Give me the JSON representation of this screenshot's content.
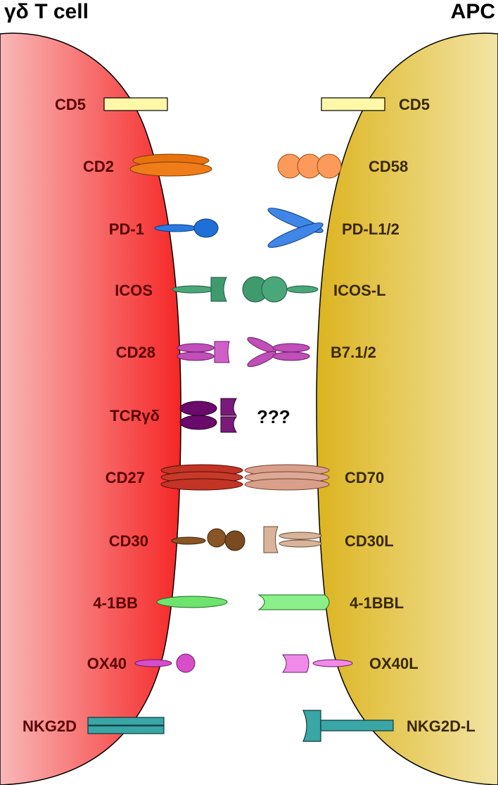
{
  "titles": {
    "left": "γδ T cell",
    "right": "APC"
  },
  "left_labels": [
    "CD5",
    "CD2",
    "PD-1",
    "ICOS",
    "CD28",
    "TCRγδ",
    "CD27",
    "CD30",
    "4-1BB",
    "OX40",
    "NKG2D"
  ],
  "right_labels": [
    "CD5",
    "CD58",
    "PD-L1/2",
    "ICOS-L",
    "B7.1/2",
    "???",
    "CD70",
    "CD30L",
    "4-1BBL",
    "OX40L",
    "NKG2D-L"
  ],
  "colors": {
    "tcell_light": "#f9b8b8",
    "tcell_dark": "#f52a2a",
    "apc_dark": "#dcb41f",
    "apc_light": "#f0de96",
    "cd5": "#fff8a8",
    "cd2": "#e8720e",
    "cd58": "#fb9a5a",
    "pd": "#1f6fd6",
    "icos": "#3f9a6e",
    "cd28": "#c04fb8",
    "tcr": "#6a0a6a",
    "cd27": "#c23424",
    "cd70": "#d8a08a",
    "cd30": "#8a5526",
    "cd30l": "#d8b49a",
    "bb": "#6ee46e",
    "ox40": "#d84ec8",
    "ox40l": "#f08ae8",
    "nkg2d": "#3aa6a6"
  }
}
